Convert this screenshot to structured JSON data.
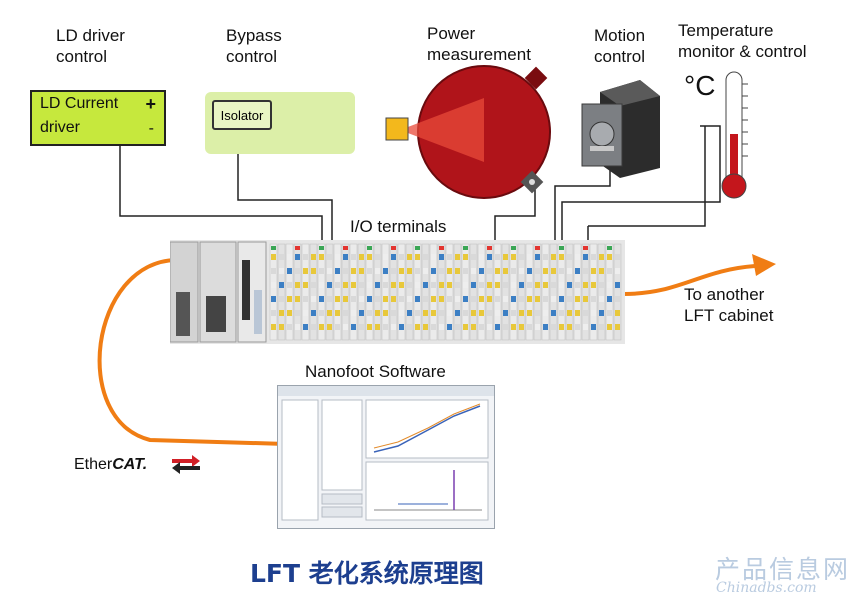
{
  "labels": {
    "ld_driver_control": [
      "LD driver",
      "control"
    ],
    "bypass_control": [
      "Bypass",
      "control"
    ],
    "power_measurement": [
      "Power",
      "measurement"
    ],
    "motion_control": [
      "Motion",
      "control"
    ],
    "temperature_control": [
      "Temperature",
      "monitor & control"
    ],
    "io_terminals": "I/O terminals",
    "to_another": [
      "To another",
      "LFT cabinet"
    ],
    "nanofoot_software": "Nanofoot Software",
    "ethercat_prefix": "Ether",
    "ethercat_suffix": "CAT.",
    "caption": "LFT 老化系统原理图",
    "watermark": "产品信息网",
    "watermark_sub": "Chinadbs.com"
  },
  "ld_box": {
    "line1": "LD Current",
    "line2": "driver",
    "plus": "+",
    "minus": "-"
  },
  "isolator": "Isolator",
  "temperature_unit": "°C",
  "colors": {
    "ld_box": "#c6e83d",
    "power_head": "#b0141a",
    "arrow": "#f07d14",
    "caption": "#1d3f8f",
    "thermometer": "#c4161c"
  }
}
